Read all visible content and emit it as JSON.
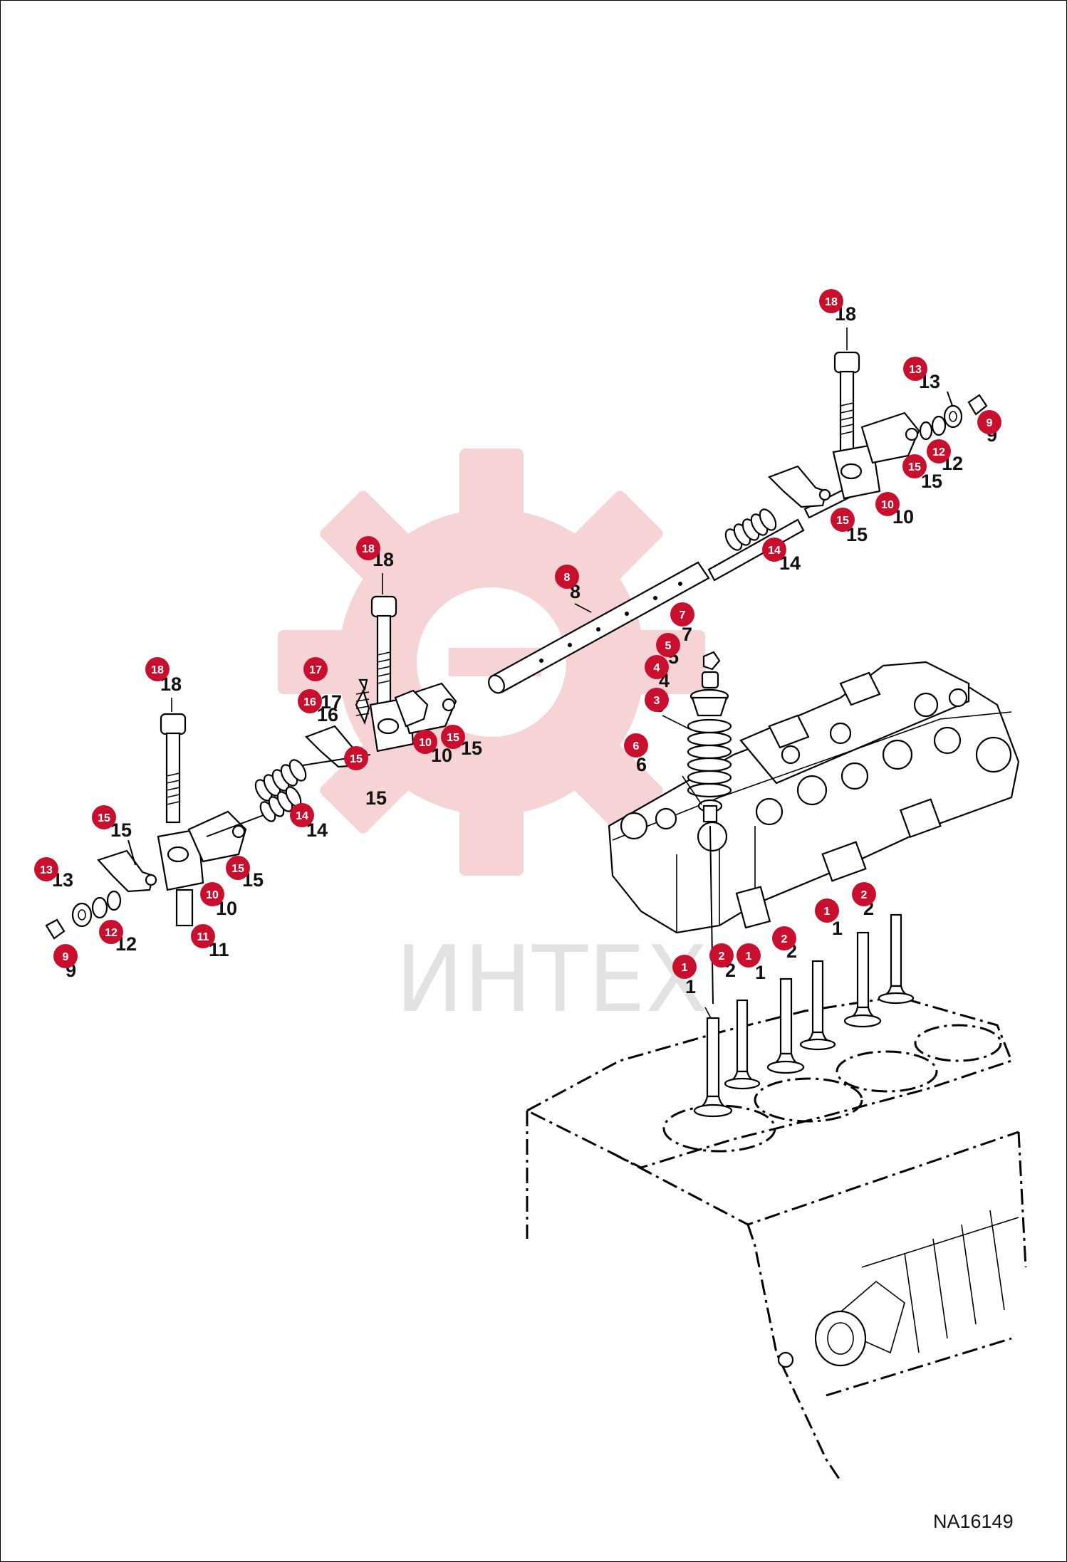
{
  "diagram": {
    "code": "NA16149",
    "watermark": "ИНТЕХ",
    "colors": {
      "marker": "#c8102e",
      "watermark_gear": "#f6cfd0",
      "watermark_text": "#e2e2e2",
      "line": "#000000"
    },
    "callouts": [
      {
        "id": "c18a",
        "num": "18"
      },
      {
        "id": "c13a",
        "num": "13"
      },
      {
        "id": "c9a",
        "num": "9"
      },
      {
        "id": "c12a",
        "num": "12"
      },
      {
        "id": "c15a",
        "num": "15"
      },
      {
        "id": "c10a",
        "num": "10"
      },
      {
        "id": "c15b",
        "num": "15"
      },
      {
        "id": "c14a",
        "num": "14"
      },
      {
        "id": "c8",
        "num": "8"
      },
      {
        "id": "c18b",
        "num": "18"
      },
      {
        "id": "c7",
        "num": "7"
      },
      {
        "id": "c5",
        "num": "5"
      },
      {
        "id": "c4",
        "num": "4"
      },
      {
        "id": "c3",
        "num": "3"
      },
      {
        "id": "c6",
        "num": "6"
      },
      {
        "id": "c17",
        "num": "17"
      },
      {
        "id": "c16",
        "num": "16"
      },
      {
        "id": "c15c",
        "num": "15"
      },
      {
        "id": "c15d",
        "num": "15"
      },
      {
        "id": "c10b",
        "num": "10"
      },
      {
        "id": "c18c",
        "num": "18"
      },
      {
        "id": "c14b",
        "num": "14"
      },
      {
        "id": "c15e",
        "num": "15"
      },
      {
        "id": "c15f",
        "num": "15"
      },
      {
        "id": "c13b",
        "num": "13"
      },
      {
        "id": "c10c",
        "num": "10"
      },
      {
        "id": "c12b",
        "num": "12"
      },
      {
        "id": "c11",
        "num": "11"
      },
      {
        "id": "c9b",
        "num": "9"
      },
      {
        "id": "c2a",
        "num": "2"
      },
      {
        "id": "c1a",
        "num": "1"
      },
      {
        "id": "c2b",
        "num": "2"
      },
      {
        "id": "c1b",
        "num": "1"
      },
      {
        "id": "c2c",
        "num": "2"
      },
      {
        "id": "c1c",
        "num": "1"
      }
    ]
  }
}
